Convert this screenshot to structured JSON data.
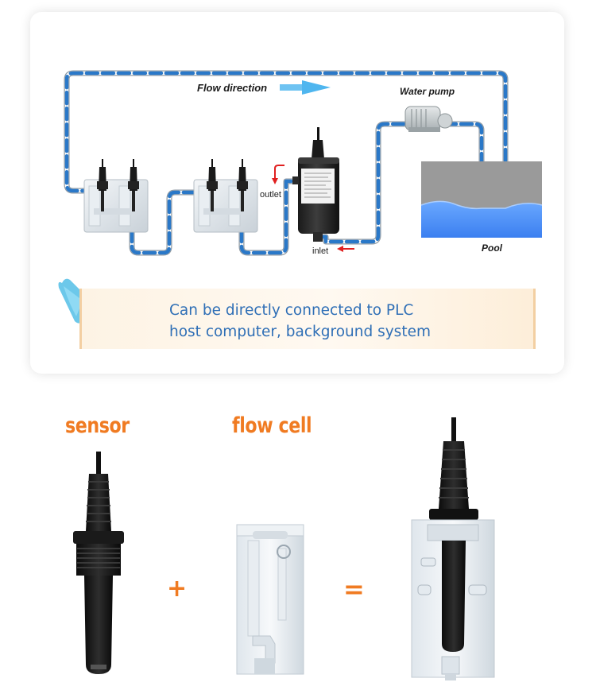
{
  "diagram": {
    "flow_direction_label": "Flow direction",
    "water_pump_label": "Water pump",
    "pool_label": "Pool",
    "outlet_label": "outlet",
    "inlet_label": "inlet"
  },
  "banner": {
    "line1": "Can be directly connected to PLC",
    "line2": "host computer, background system"
  },
  "products": {
    "sensor_label": "sensor",
    "flow_cell_label": "flow cell",
    "plus_symbol": "+",
    "equals_symbol": "="
  },
  "colors": {
    "accent_orange": "#f07b22",
    "text_blue": "#2f6fb6",
    "water_blue": "#4d8ff0",
    "pipe_blue": "#2a78c8",
    "arrow_red": "#e02020"
  }
}
